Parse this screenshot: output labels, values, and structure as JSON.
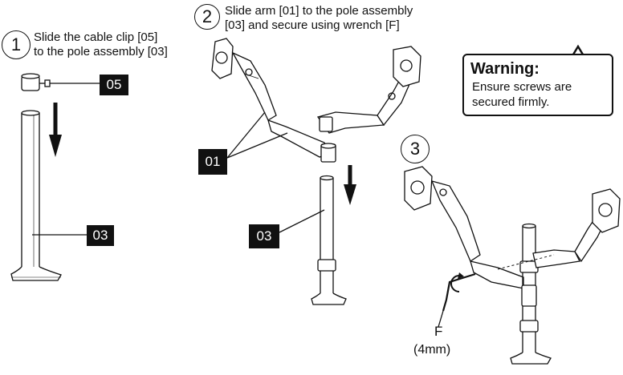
{
  "steps": [
    {
      "number": "1",
      "text": "Slide the cable clip [05]\nto the pole assembly [03]"
    },
    {
      "number": "2",
      "text": "Slide arm [01] to the pole assembly\n[03] and secure using wrench [F]"
    },
    {
      "number": "3",
      "text": ""
    }
  ],
  "tags": {
    "cable_clip": "05",
    "pole_1": "03",
    "arm": "01",
    "pole_2": "03"
  },
  "warning": {
    "title": "Warning:",
    "body": "Ensure screws are\nsecured firmly.",
    "icon": "warning-triangle-icon"
  },
  "wrench": {
    "label": "F",
    "size": "(4mm)"
  }
}
